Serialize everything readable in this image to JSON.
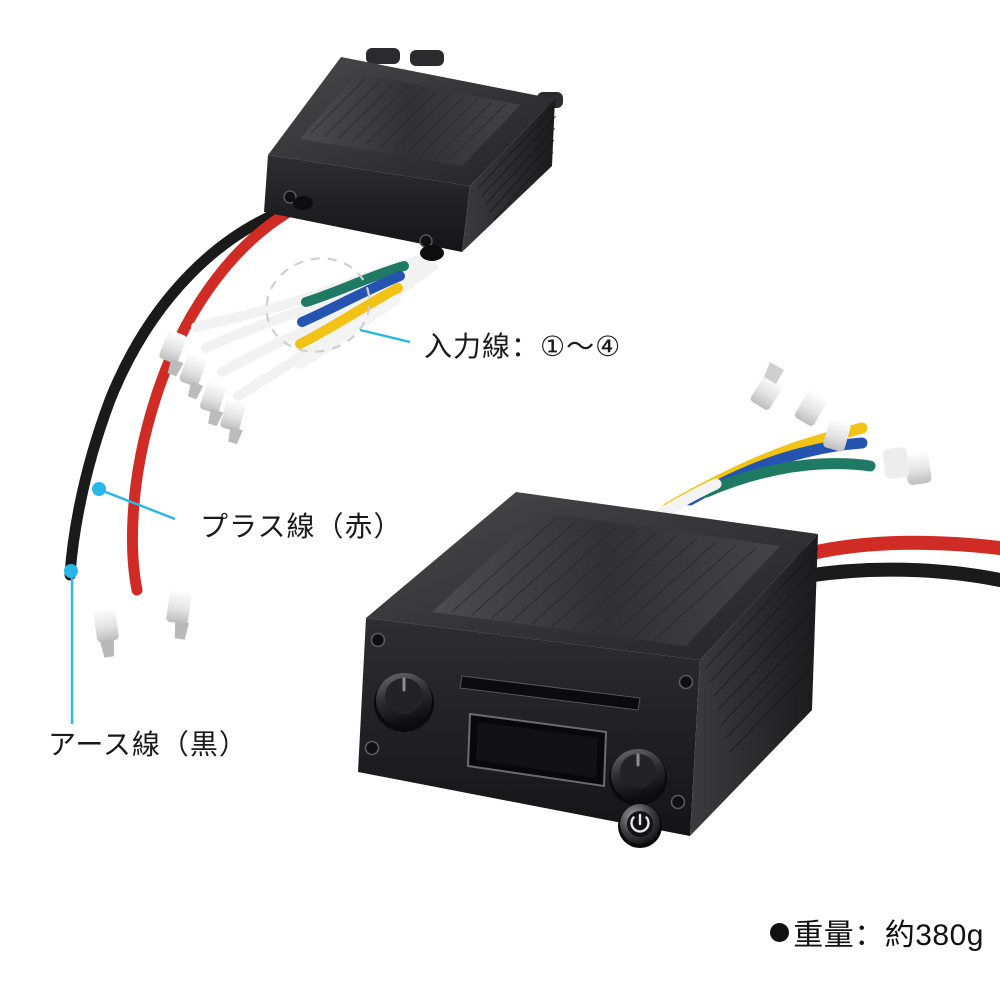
{
  "image": {
    "kind": "product-photo",
    "background_color": "#ffffff",
    "subject": "black aluminium controller box, two views"
  },
  "annotations": {
    "input_lines": "入力線：①〜④",
    "plus_line": "プラス線（赤）",
    "ground_line": "アース線（黒）",
    "weight": "重量：約380g"
  },
  "colors": {
    "callout": "#29b6e8",
    "red_wire": "#d12b25",
    "black_wire": "#1a1a1a",
    "green_wire": "#1f7a64",
    "blue_wire": "#2554b0",
    "yellow_wire": "#f2c215",
    "white_wire": "#f4f4f4",
    "case_dark": "#2c2c2e",
    "case_mid": "#3a3a3c",
    "case_light": "#555558",
    "text": "#111111"
  },
  "device": {
    "knob_left": "rotary-knob",
    "knob_right": "rotary-knob",
    "display": "oled-display",
    "power_button": "power-button",
    "power_glyph": "⏻"
  }
}
